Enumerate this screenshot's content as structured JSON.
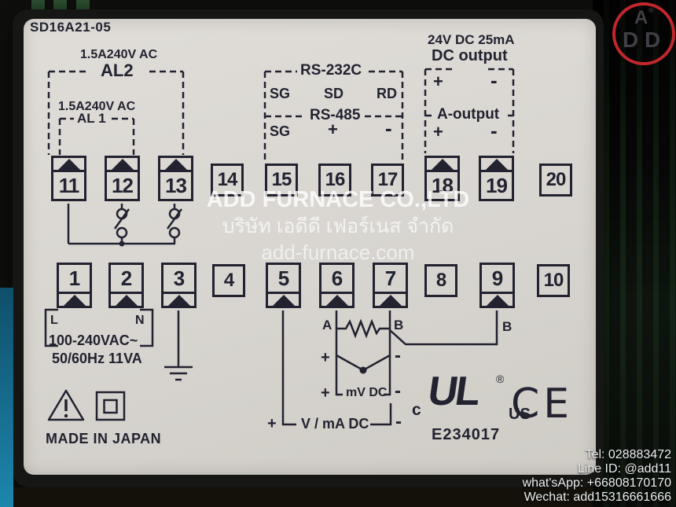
{
  "colors": {
    "label_bg": "#d8d5d0",
    "ink": "#222230",
    "logo_red": "#c1272d",
    "teal_edge": "#1d86ad",
    "watermark": "#ffffff"
  },
  "header": {
    "model": "SD16A21-05"
  },
  "alarm": {
    "al2_rating": "1.5A240V AC",
    "al2": "AL2",
    "al1_rating": "1.5A240V AC",
    "al1": "AL 1"
  },
  "comm": {
    "rs232c": "RS-232C",
    "sg1": "SG",
    "sd": "SD",
    "rd": "RD",
    "rs485": "RS-485",
    "sg2": "SG",
    "plus": "+",
    "minus": "-"
  },
  "dc": {
    "rating": "24V DC 25mA",
    "title": "DC output",
    "plus": "+",
    "minus": "-",
    "a_title": "A-output",
    "a_plus": "+",
    "a_minus": "-"
  },
  "terminals": {
    "top": [
      "11",
      "12",
      "13",
      "14",
      "15",
      "16",
      "17",
      "18",
      "19",
      "20"
    ],
    "bottom": [
      "1",
      "2",
      "3",
      "4",
      "5",
      "6",
      "7",
      "8",
      "9",
      "10"
    ]
  },
  "power": {
    "l": "L",
    "n": "N",
    "voltage": "100-240VAC~",
    "freq": "50/60Hz 11VA"
  },
  "inputs": {
    "rtd_a": "A",
    "rtd_b": "B",
    "rtd_b2": "B",
    "tc_plus": "+",
    "tc_minus": "-",
    "mv_plus": "+",
    "mv_label": "mV DC",
    "mv_minus": "-",
    "vma_plus": "+",
    "vma_label": "V / mA DC",
    "vma_minus": "-"
  },
  "cert": {
    "c": "c",
    "ul": "UL",
    "reg": "®",
    "us": "US",
    "file": "E234017",
    "ce": "CE"
  },
  "footer": {
    "origin": "MADE IN JAPAN"
  },
  "watermark": {
    "line1": "ADD FURNACE CO.,LTD",
    "line2": "บริษัท เอดีดี เฟอร์เนส จำกัด",
    "line3": "add-furnace.com"
  },
  "logo": {
    "a": "A",
    "d1": "D",
    "d2": "D",
    "reg": "®"
  },
  "contact": {
    "tel": "Tel: 028883472",
    "line_id": "Line ID: @add11",
    "whatsapp": "what'sApp: +66808170170",
    "wechat": "Wechat: add15316661666"
  }
}
